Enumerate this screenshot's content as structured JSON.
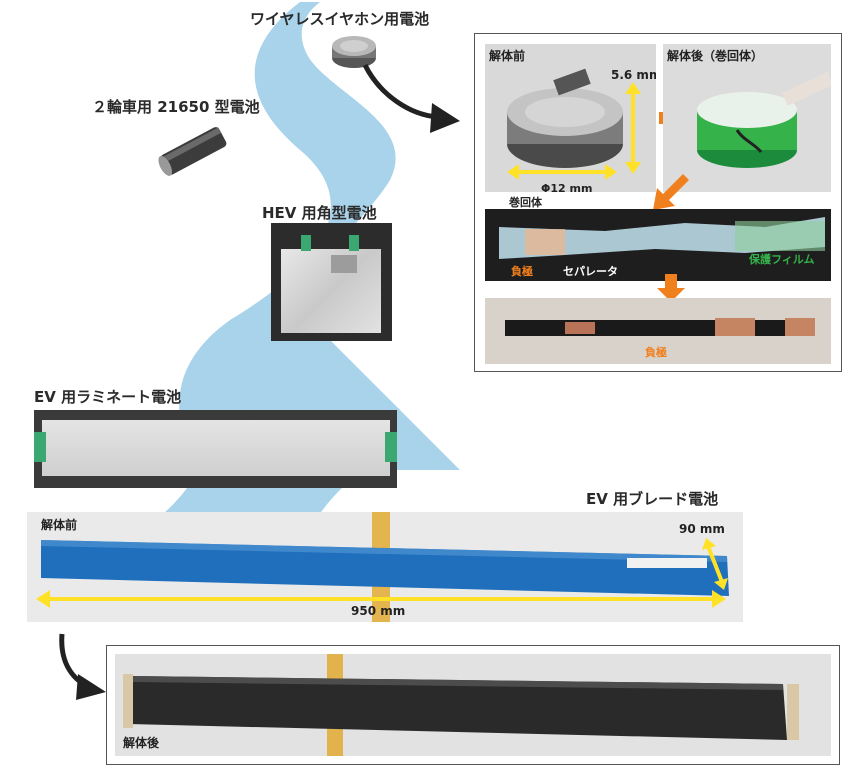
{
  "labels": {
    "earbud": "ワイヤレスイヤホン用電池",
    "bike": "２輪車用 21650 型電池",
    "hev": "HEV 用角型電池",
    "laminate": "EV 用ラミネート電池",
    "blade": "EV 用ブレード電池"
  },
  "inset": {
    "before": "解体前",
    "after": "解体後（巻回体）",
    "height": "5.6 mm",
    "diameter": "Φ12 mm",
    "wound": "巻回体",
    "neg": "負極",
    "sep": "セパレータ",
    "film": "保護フィルム",
    "neg2": "負極"
  },
  "blade": {
    "before": "解体前",
    "width": "90 mm",
    "length": "950 mm",
    "after": "解体後"
  },
  "colors": {
    "river": "#a9d3ea",
    "accent_orange": "#f0801e",
    "dim_yellow": "#ffe227",
    "film_green": "#35b24a",
    "blade_blue": "#1f6fbd"
  }
}
